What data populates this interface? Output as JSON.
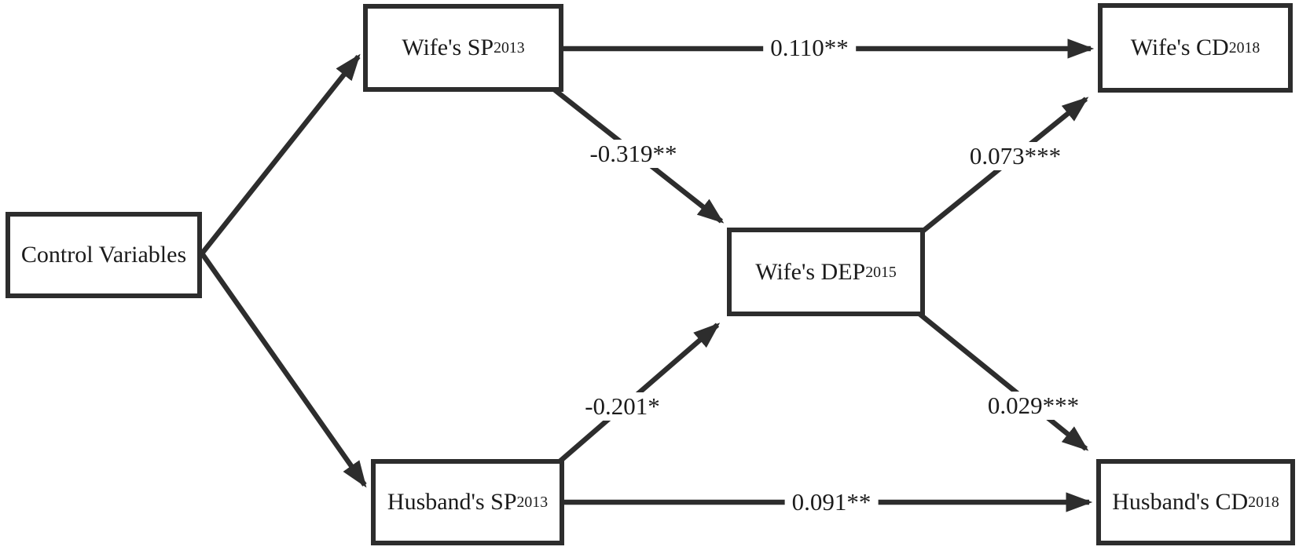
{
  "diagram": {
    "type": "path-model",
    "colors": {
      "line": "#2d2d2d",
      "text": "#1b1b1b",
      "background": "#ffffff"
    },
    "nodes": {
      "control": {
        "label": "Control Variables",
        "sub": ""
      },
      "wife_sp": {
        "label": "Wife's SP",
        "sub": "2013"
      },
      "wife_cd": {
        "label": "Wife's CD",
        "sub": "2018"
      },
      "wife_dep": {
        "label": "Wife's DEP",
        "sub": "2015"
      },
      "husband_sp": {
        "label": "Husband's SP",
        "sub": "2013"
      },
      "husband_cd": {
        "label": "Husband's CD",
        "sub": "2018"
      }
    },
    "edges": {
      "control_to_wife_sp": {
        "from": "control",
        "to": "wife_sp",
        "label": ""
      },
      "control_to_husband_sp": {
        "from": "control",
        "to": "husband_sp",
        "label": ""
      },
      "wife_sp_to_wife_cd": {
        "from": "wife_sp",
        "to": "wife_cd",
        "label": "0.110**"
      },
      "wife_sp_to_wife_dep": {
        "from": "wife_sp",
        "to": "wife_dep",
        "label": "-0.319**"
      },
      "wife_dep_to_wife_cd": {
        "from": "wife_dep",
        "to": "wife_cd",
        "label": "0.073***"
      },
      "husband_sp_to_wife_dep": {
        "from": "husband_sp",
        "to": "wife_dep",
        "label": "-0.201*"
      },
      "wife_dep_to_husband_cd": {
        "from": "wife_dep",
        "to": "husband_cd",
        "label": "0.029***"
      },
      "husband_sp_to_husband_cd": {
        "from": "husband_sp",
        "to": "husband_cd",
        "label": "0.091**"
      }
    }
  }
}
